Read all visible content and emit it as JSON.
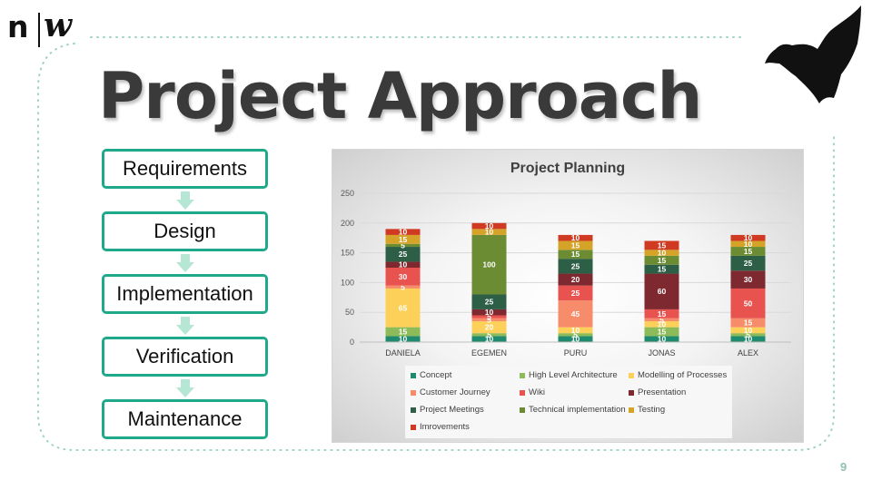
{
  "slide": {
    "logo_letter_n": "n",
    "logo_letter_w": "w",
    "title": "Project Approach",
    "page_number": "9"
  },
  "process_steps": [
    {
      "label": "Requirements"
    },
    {
      "label": "Design"
    },
    {
      "label": "Implementation"
    },
    {
      "label": "Verification"
    },
    {
      "label": "Maintenance"
    }
  ],
  "colors": {
    "accent": "#1fa98a",
    "arrow": "#b6e6d4",
    "frame_dots": "#9fd3c4",
    "title_text": "#3a3a3a"
  },
  "icons": {
    "bird": "raven-silhouette-icon",
    "flow_arrow": "arrow-down-icon"
  },
  "chart_data": {
    "type": "bar",
    "stacked": true,
    "title": "Project Planning",
    "categories": [
      "DANIELA",
      "EGEMEN",
      "PURU",
      "JONAS",
      "ALEX"
    ],
    "ylim": [
      0,
      250
    ],
    "yticks": [
      0,
      50,
      100,
      150,
      200,
      250
    ],
    "grid": true,
    "legend_position": "bottom",
    "series": [
      {
        "name": "Concept",
        "color": "#1f8a6e",
        "values": [
          10,
          10,
          10,
          10,
          10
        ]
      },
      {
        "name": "High Level Architecture",
        "color": "#8dbb5a",
        "values": [
          15,
          5,
          5,
          15,
          5
        ]
      },
      {
        "name": "Modelling of Processes",
        "color": "#fdd05a",
        "values": [
          65,
          20,
          10,
          10,
          10
        ]
      },
      {
        "name": "Customer Journey",
        "color": "#f78c6b",
        "values": [
          5,
          5,
          45,
          5,
          15
        ]
      },
      {
        "name": "Wiki",
        "color": "#e8534f",
        "values": [
          30,
          5,
          25,
          15,
          50
        ]
      },
      {
        "name": "Presentation",
        "color": "#7e2830",
        "values": [
          10,
          10,
          20,
          60,
          30
        ]
      },
      {
        "name": "Project Meetings",
        "color": "#2d5e46",
        "values": [
          25,
          25,
          25,
          15,
          25
        ]
      },
      {
        "name": "Technical implementation",
        "color": "#6b8c32",
        "values": [
          5,
          100,
          15,
          15,
          15
        ]
      },
      {
        "name": "Testing",
        "color": "#d4a327",
        "values": [
          15,
          10,
          15,
          10,
          10
        ]
      },
      {
        "name": "Imrovements",
        "color": "#d03a22",
        "values": [
          10,
          10,
          10,
          15,
          10
        ]
      }
    ]
  }
}
